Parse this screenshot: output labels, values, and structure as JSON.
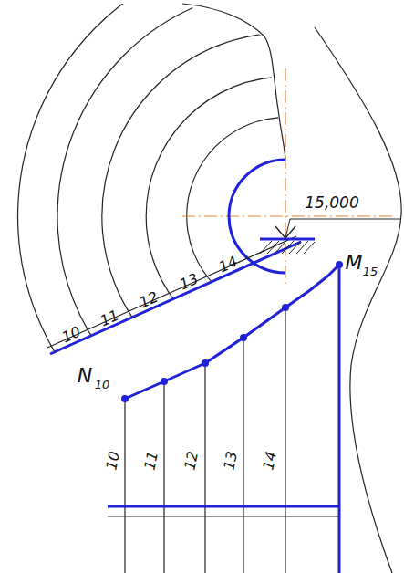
{
  "diagram": {
    "labels": [
      "15,000",
      "M",
      "15",
      "N",
      "10",
      "10",
      "11",
      "12",
      "13",
      "14",
      "10",
      "11",
      "12",
      "13",
      "14"
    ]
  }
}
